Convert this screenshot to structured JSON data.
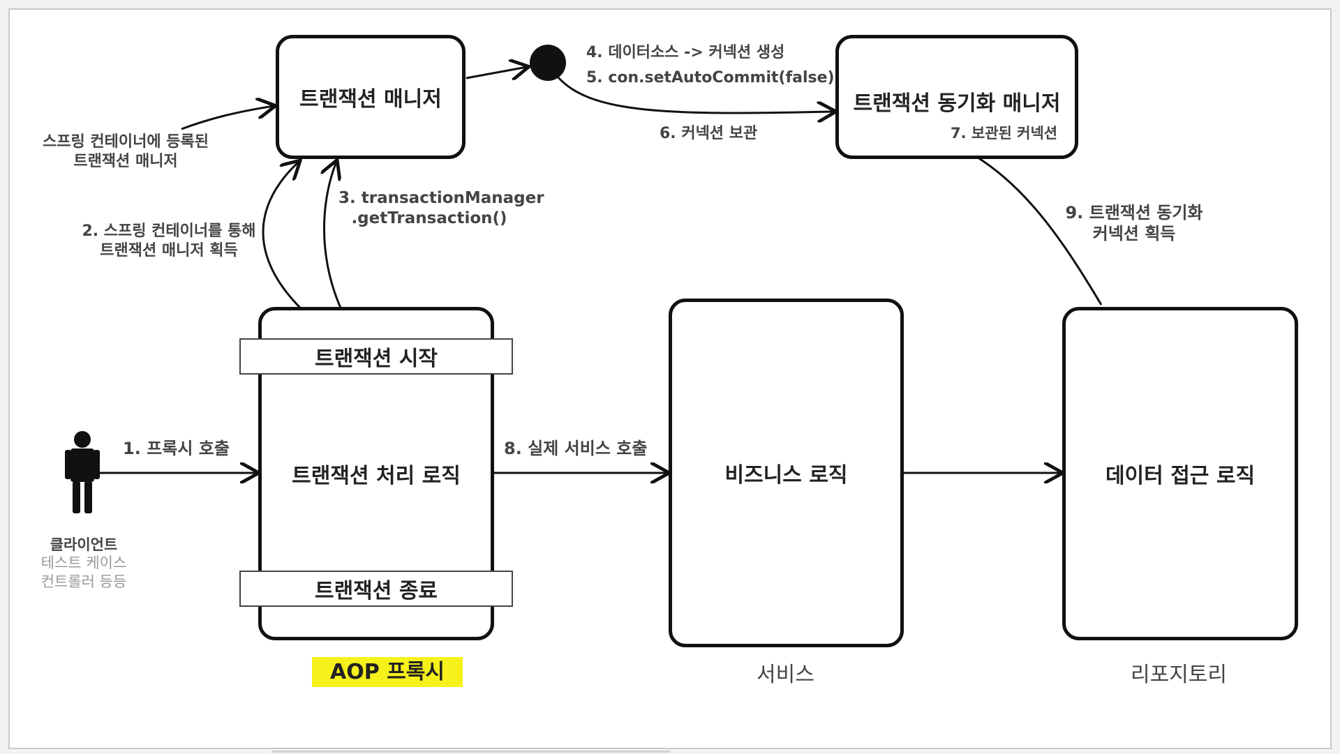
{
  "boxes": {
    "transaction_manager": "트랜잭션 매니저",
    "sync_manager": "트랜잭션 동기화 매니저",
    "transaction_logic": "트랜잭션 처리 로직",
    "business_logic": "비즈니스 로직",
    "data_access_logic": "데이터 접근 로직"
  },
  "bars": {
    "start": "트랜잭션 시작",
    "end": "트랜잭션 종료"
  },
  "captions": {
    "aop_proxy": "AOP 프록시",
    "service": "서비스",
    "repository": "리포지토리"
  },
  "client": {
    "title": "클라이언트",
    "line2": "테스트 케이스",
    "line3": "컨트롤러 등등"
  },
  "labels": {
    "registered_line1": "스프링 컨테이너에 등록된",
    "registered_line2": "트랜잭션 매니저",
    "step1": "1. 프록시 호출",
    "step2_line1": "2. 스프링 컨테이너를 통해",
    "step2_line2": "트랜잭션 매니저 획득",
    "step3_line1": "3. transactionManager",
    "step3_line2": ".getTransaction()",
    "step4": "4. 데이터소스 -> 커넥션 생성",
    "step5": "5. con.setAutoCommit(false)",
    "step6": "6. 커넥션 보관",
    "step7": "7. 보관된 커넥션",
    "step8": "8. 실제 서비스 호출",
    "step9_line1": "9. 트랜잭션 동기화",
    "step9_line2": "커넥션 획득"
  },
  "colors": {
    "highlight": "#f6f11b",
    "stroke": "#111111"
  }
}
